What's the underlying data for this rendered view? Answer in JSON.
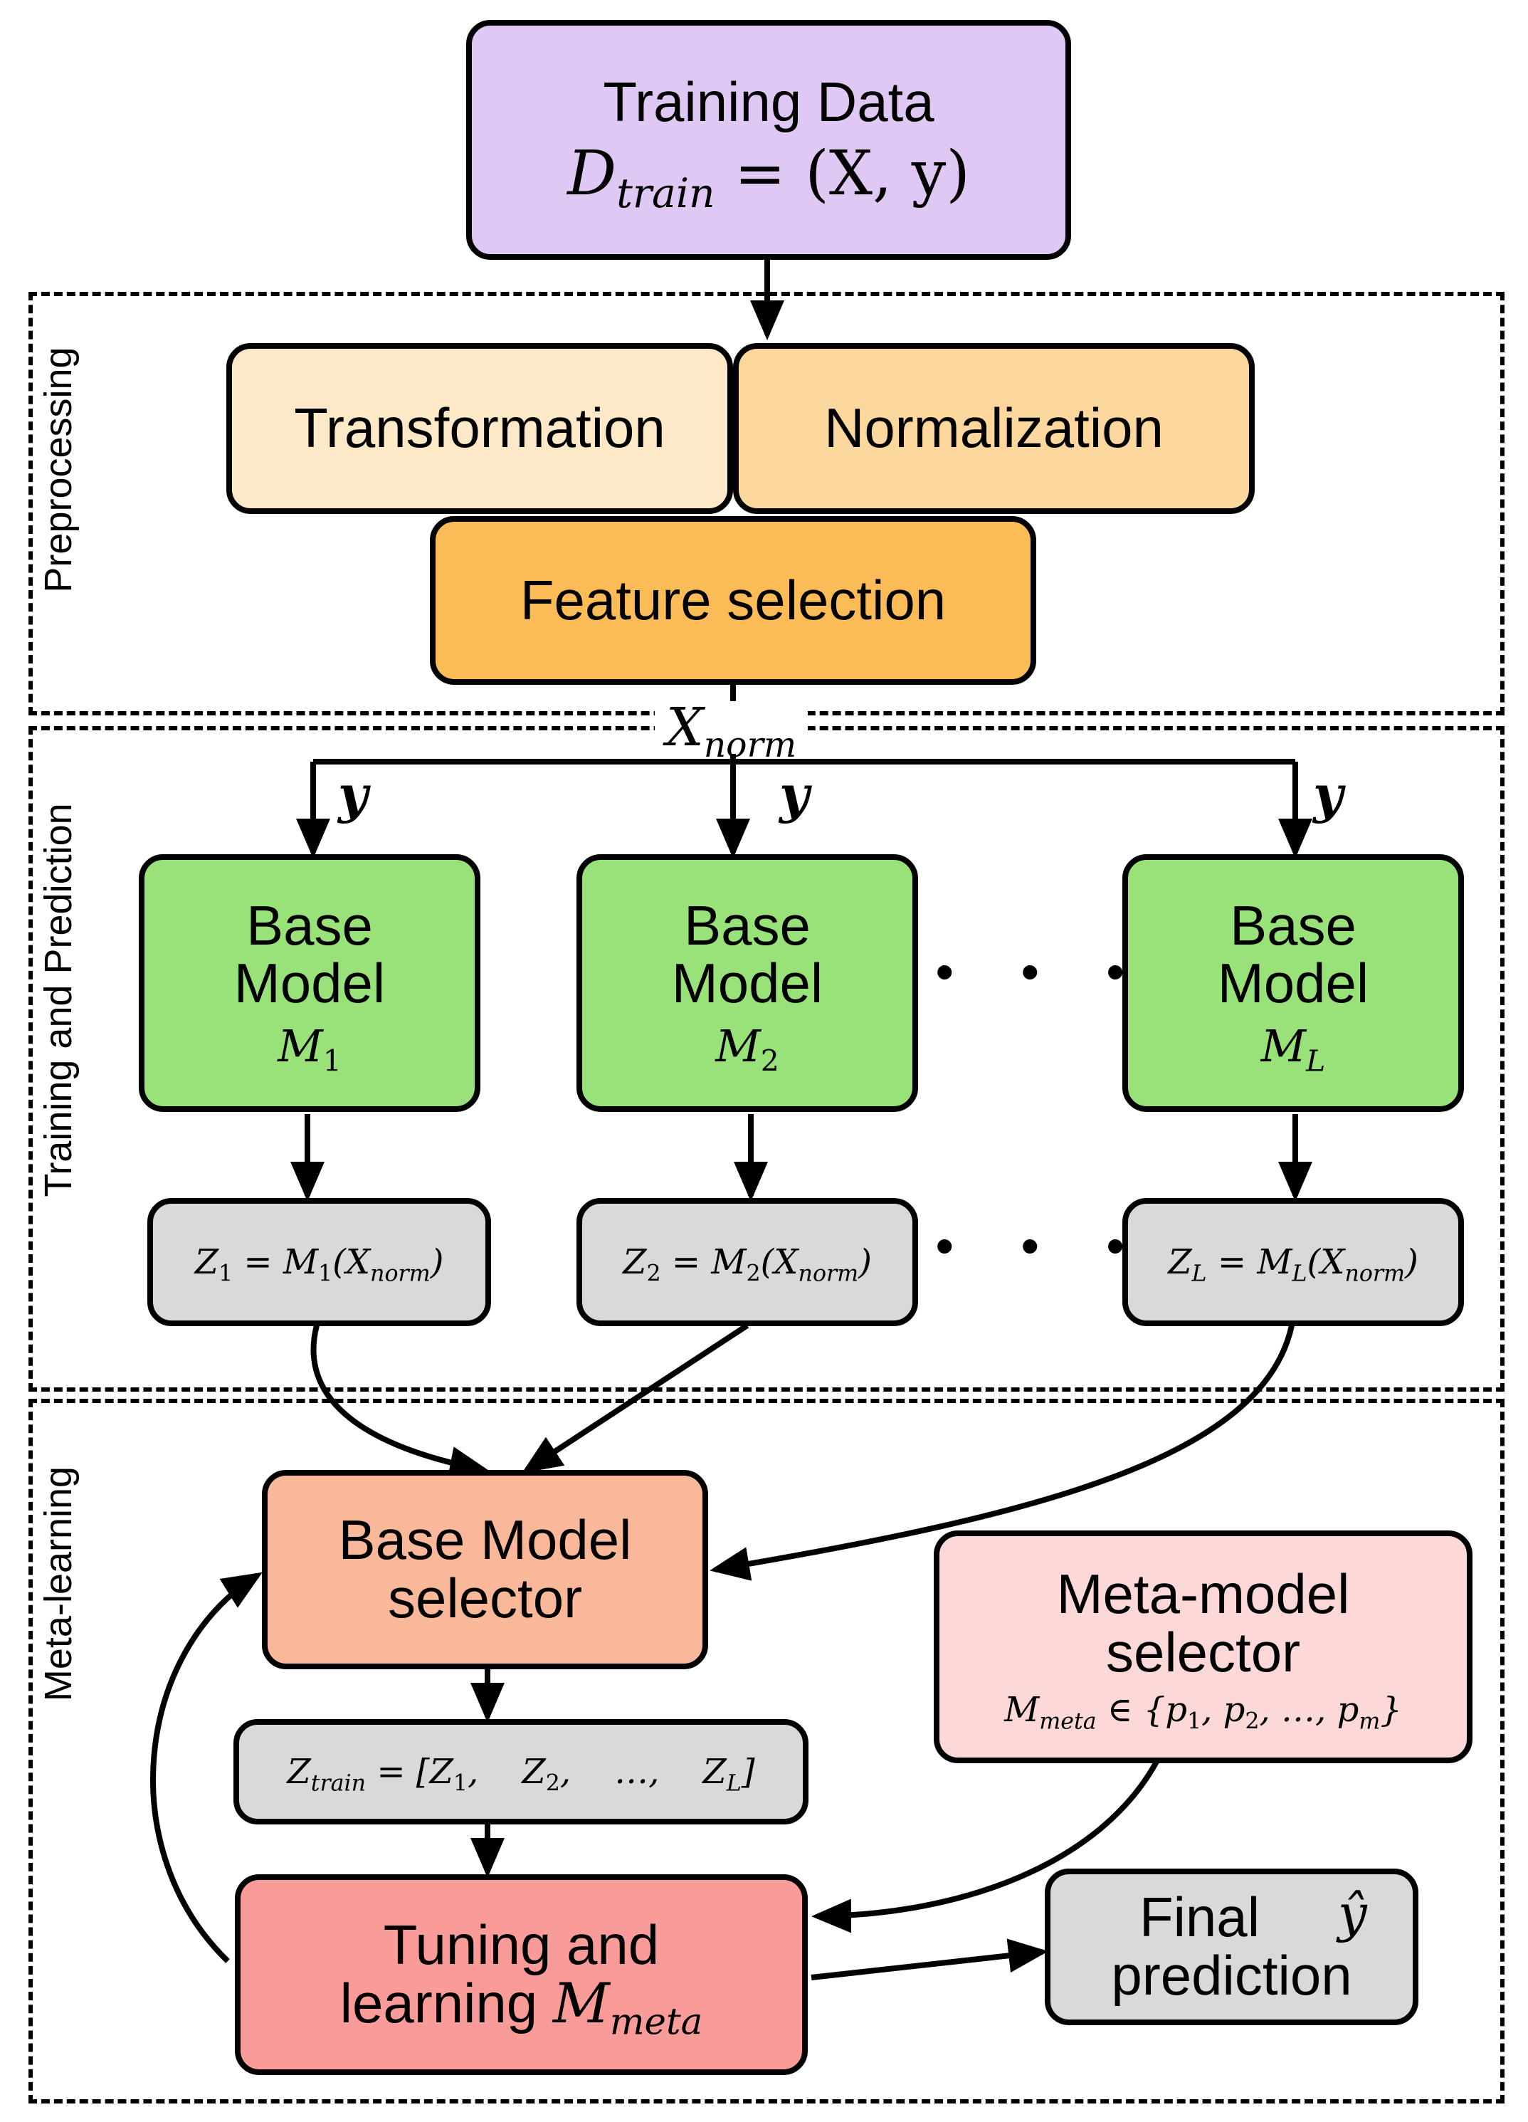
{
  "sections": {
    "preprocessing": "Preprocessing",
    "training": "Training and Prediction",
    "meta": "Meta-learning"
  },
  "training_data": {
    "title": "Training Data",
    "formula_var": "D",
    "formula_sub": "train",
    "formula_rhs": "= (X, y)"
  },
  "preprocess": {
    "transformation": "Transformation",
    "normalization": "Normalization",
    "feature_selection": "Feature selection"
  },
  "flow": {
    "xnorm_var": "X",
    "xnorm_sub": "norm",
    "y_label": "y"
  },
  "base_models": [
    {
      "line1": "Base",
      "line2": "Model",
      "sym": "M",
      "sub": "1"
    },
    {
      "line1": "Base",
      "line2": "Model",
      "sym": "M",
      "sub": "2"
    },
    {
      "line1": "Base",
      "line2": "Model",
      "sym": "M",
      "sub": "L"
    }
  ],
  "ellipsis": "• • •",
  "outputs": [
    {
      "z": "Z",
      "sub": "1",
      "eq": " = M",
      "msub": "1",
      "open": "(X",
      "xsub": "norm",
      "close": ")"
    },
    {
      "z": "Z",
      "sub": "2",
      "eq": " = M",
      "msub": "2",
      "open": "(X",
      "xsub": "norm",
      "close": ")"
    },
    {
      "z": "Z",
      "sub": "L",
      "eq": " = M",
      "msub": "L",
      "open": "(X",
      "xsub": "norm",
      "close": ")"
    }
  ],
  "meta": {
    "selector_line1": "Base Model",
    "selector_line2": "selector",
    "ztrain_z": "Z",
    "ztrain_sub": "train",
    "ztrain_list": "= [Z",
    "ztrain_1": "1",
    "ztrain_mid1": ",    Z",
    "ztrain_2": "2",
    "ztrain_mid2": ",    …,    Z",
    "ztrain_L": "L",
    "ztrain_end": "]",
    "meta_line1": "Meta-model",
    "meta_line2": "selector",
    "meta_m": "M",
    "meta_sub": "meta",
    "meta_set": " ∈ {p",
    "meta_p1": "1",
    "meta_mid1": ", p",
    "meta_p2": "2",
    "meta_mid2": ", …, p",
    "meta_pm": "m",
    "meta_end": "}",
    "tuning_line1": "Tuning and",
    "tuning_line2": "learning",
    "tuning_m": "M",
    "tuning_sub": "meta",
    "final_line1": "Final",
    "final_line2": "prediction",
    "final_symbol": "ŷ"
  }
}
